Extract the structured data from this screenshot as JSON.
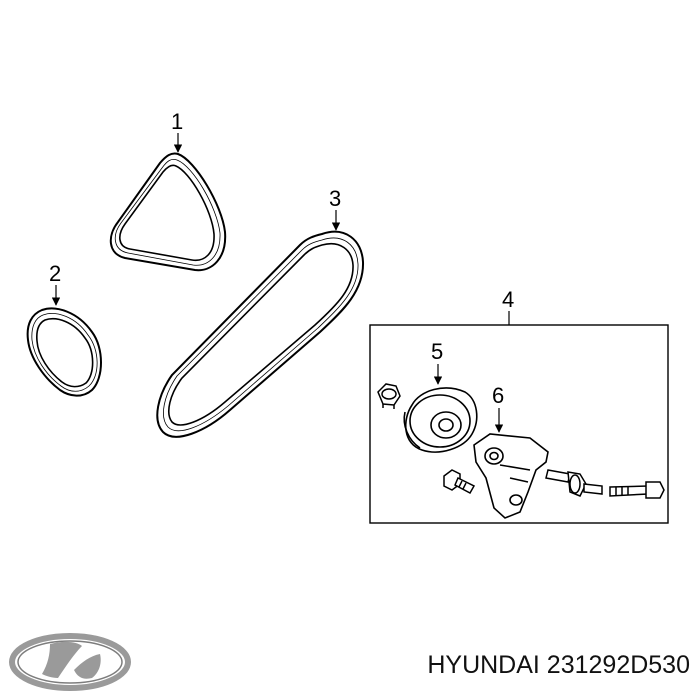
{
  "callouts": {
    "c1": "1",
    "c2": "2",
    "c3": "3",
    "c4": "4",
    "c5": "5",
    "c6": "6"
  },
  "brand": {
    "name": "HYUNDAI",
    "part_number": "231292D530",
    "caption": "HYUNDAI 231292D530"
  },
  "colors": {
    "line": "#000000",
    "logo": "#9a9a9a",
    "logo_dark": "#7d7d7d"
  }
}
